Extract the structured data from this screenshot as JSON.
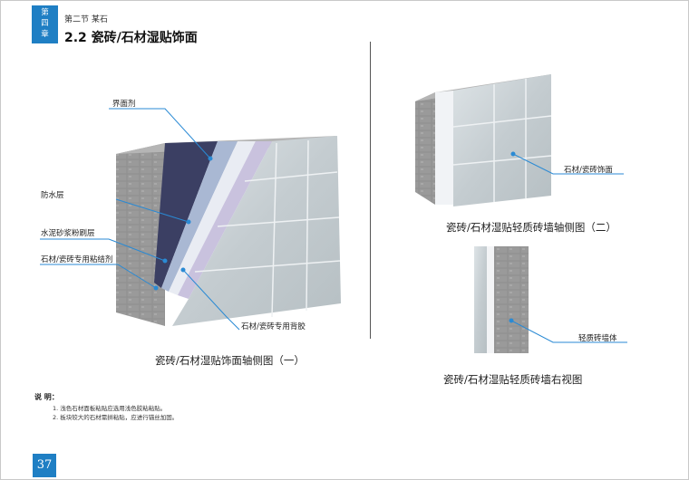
{
  "chapter": {
    "tab_text": "第四章"
  },
  "header": {
    "section": "第二节 某石",
    "title": "2.2 瓷砖/石材湿贴饰面"
  },
  "diagram1": {
    "labels": {
      "interface_agent": "界面剂",
      "waterproof": "防水层",
      "cement_mortar": "水泥砂浆粉刷层",
      "adhesive": "石材/瓷砖专用粘结剂",
      "grout": "石材/瓷砖专用背胶"
    },
    "caption": "瓷砖/石材湿贴饰面轴侧图（一）"
  },
  "diagram2": {
    "labels": {
      "finish": "石材/瓷砖饰面"
    },
    "caption": "瓷砖/石材湿贴轻质砖墙轴侧图（二）"
  },
  "diagram3": {
    "labels": {
      "wall": "轻质砖墙体"
    },
    "caption": "瓷砖/石材湿贴轻质砖墙右视图"
  },
  "notes": {
    "title": "说 明：",
    "items": [
      "1. 浅色石材面板粘贴应选用浅色胶粘粘贴。",
      "2. 板块较大的石材需拼粘贴，应进行锚丝加固。"
    ]
  },
  "page": {
    "number": "37"
  },
  "colors": {
    "accent": "#1f7fc4",
    "leader": "#2a8ad4",
    "tile": "#c9d0d3",
    "brick": "#8f8f8f"
  }
}
